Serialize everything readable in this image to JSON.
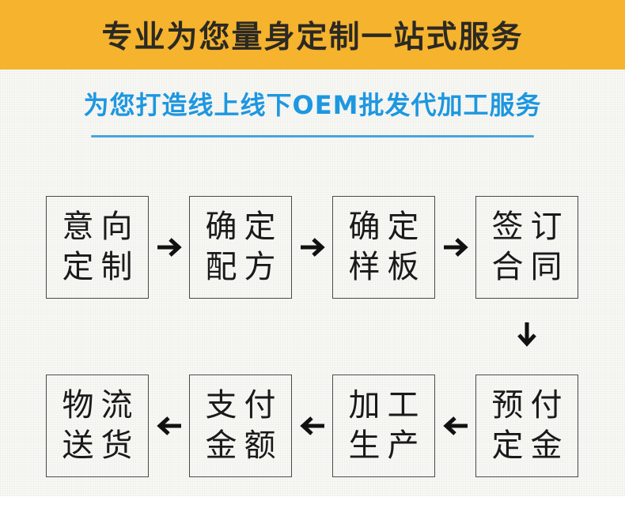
{
  "banner": {
    "title": "专业为您量身定制一站式服务"
  },
  "subtitle": {
    "text": "为您打造线上线下OEM批发代加工服务"
  },
  "colors": {
    "banner_bg": "#f5b32e",
    "banner_text": "#2b2923",
    "subtitle_blue": "#1d97e0",
    "underline_blue": "#4aa4dc",
    "box_border": "#4a4a4a",
    "box_text": "#1a1a1a",
    "arrow": "#111111",
    "page_bg": "#f8f8f5"
  },
  "flow": {
    "row1": [
      {
        "name": "intent-customization",
        "lines": [
          "意向",
          "定制"
        ]
      },
      {
        "name": "confirm-formula",
        "lines": [
          "确定",
          "配方"
        ]
      },
      {
        "name": "confirm-sample",
        "lines": [
          "确定",
          "样板"
        ]
      },
      {
        "name": "sign-contract",
        "lines": [
          "签订",
          "合同"
        ]
      }
    ],
    "row2": [
      {
        "name": "logistics-delivery",
        "lines": [
          "物流",
          "送货"
        ]
      },
      {
        "name": "pay-amount",
        "lines": [
          "支付",
          "金额"
        ]
      },
      {
        "name": "processing-production",
        "lines": [
          "加工",
          "生产"
        ]
      },
      {
        "name": "prepay-deposit",
        "lines": [
          "预付",
          "定金"
        ]
      }
    ]
  }
}
